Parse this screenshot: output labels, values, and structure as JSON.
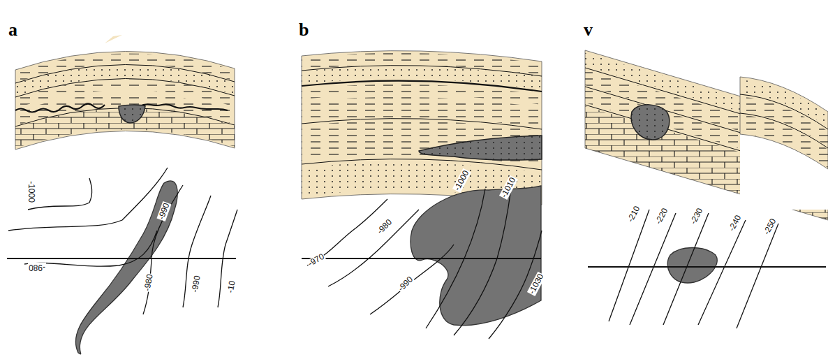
{
  "diagram": {
    "labels": [
      "a",
      "b",
      "v",
      "-1000",
      "-990",
      "-980",
      "-980",
      "-990",
      "-10",
      "-970",
      "-980",
      "-990",
      "-1000",
      "-1010",
      "-1030",
      "-210",
      "-220",
      "-230",
      "-240",
      "-250"
    ]
  }
}
